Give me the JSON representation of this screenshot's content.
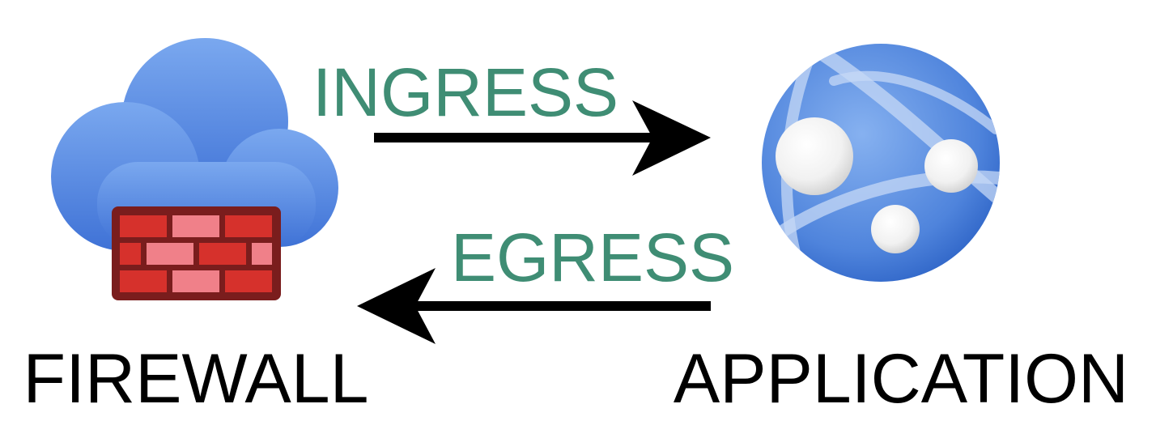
{
  "diagram": {
    "nodes": [
      {
        "id": "firewall",
        "label": "FIREWALL",
        "icon": "cloud-firewall-icon"
      },
      {
        "id": "application",
        "label": "APPLICATION",
        "icon": "web-app-globe-icon"
      }
    ],
    "edges": [
      {
        "from": "firewall",
        "to": "application",
        "label": "INGRESS"
      },
      {
        "from": "application",
        "to": "firewall",
        "label": "EGRESS"
      }
    ]
  },
  "colors": {
    "flow_label": "#3f8d74",
    "arrow": "#000000",
    "cloud_top": "#7aa6ee",
    "cloud_bottom": "#3f72d6",
    "brick_dark": "#d6312c",
    "brick_light": "#f08089",
    "mortar": "#7a1d1d",
    "globe_light": "#7da9ec",
    "globe_dark": "#2e66c9"
  }
}
